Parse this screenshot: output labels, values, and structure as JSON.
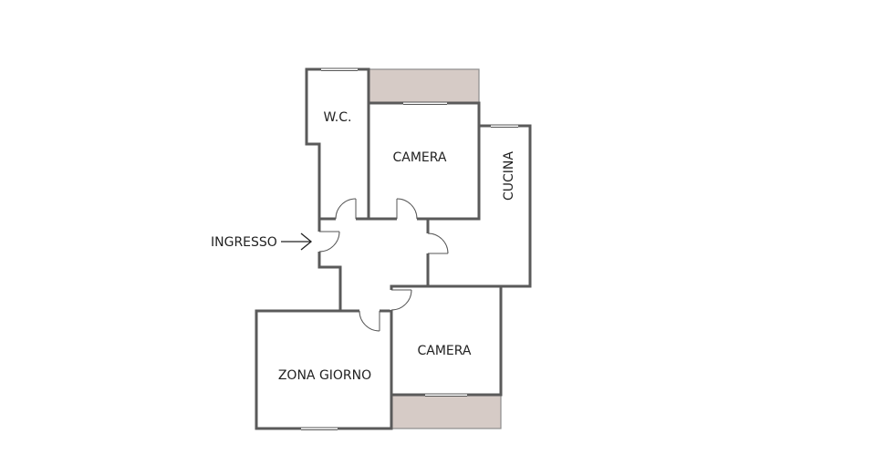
{
  "labels": {
    "wc": "W.C.",
    "camera_top": "CAMERA",
    "cucina": "CUCINA",
    "ingresso": "INGRESSO",
    "zona_giorno": "ZONA GIORNO",
    "camera_bottom": "CAMERA"
  },
  "colors": {
    "wall": "#5a5a5a",
    "balcony": "#d6cbc6",
    "text": "#222222"
  }
}
